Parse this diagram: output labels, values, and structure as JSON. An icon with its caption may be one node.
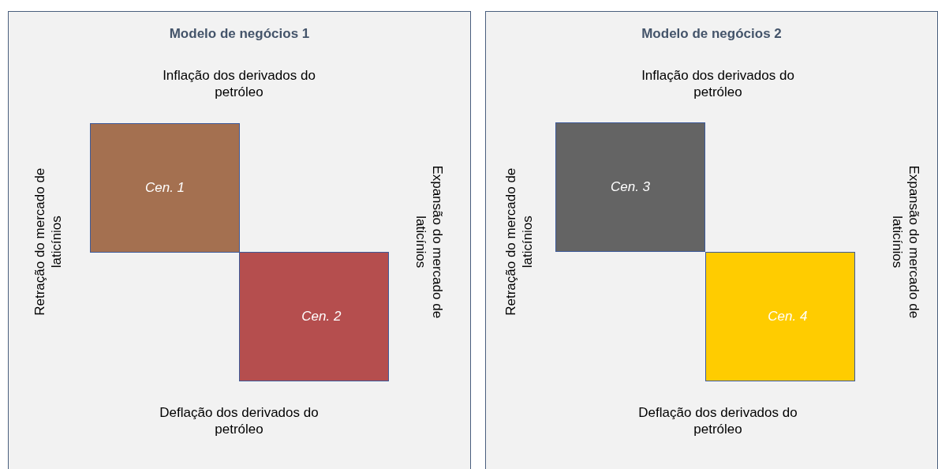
{
  "diagram": {
    "nodes": [
      {
        "text": [
          "Modelo de negócios 1"
        ]
      },
      {
        "text": [
          "Cen. 1"
        ],
        "in": 0
      },
      {
        "text": [
          "Cen. 2"
        ],
        "in": 0
      },
      {
        "text": [
          "Modelo de negócios 2"
        ]
      },
      {
        "text": [
          "Cen. 3"
        ],
        "in": 3
      },
      {
        "text": [
          "Cen. 4"
        ],
        "in": 3
      }
    ],
    "labels": [
      "Inflação dos derivados do petróleo",
      "Retração do mercado de laticínios",
      "Expansão do mercado de laticínios",
      "Deflação dos derivados do petróleo",
      "Inflação dos derivados do petróleo",
      "Retração do mercado de laticínios",
      "Expansão do mercado de laticínios",
      "Deflação dos derivados do petróleo"
    ]
  }
}
